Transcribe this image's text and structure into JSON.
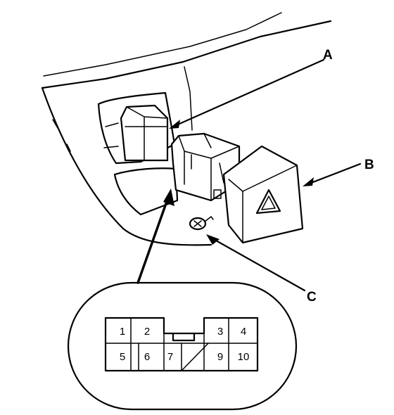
{
  "callouts": {
    "a": "A",
    "b": "B",
    "c": "C"
  },
  "connector": {
    "pins": [
      "1",
      "2",
      "3",
      "4",
      "5",
      "6",
      "7",
      "9",
      "10"
    ]
  }
}
